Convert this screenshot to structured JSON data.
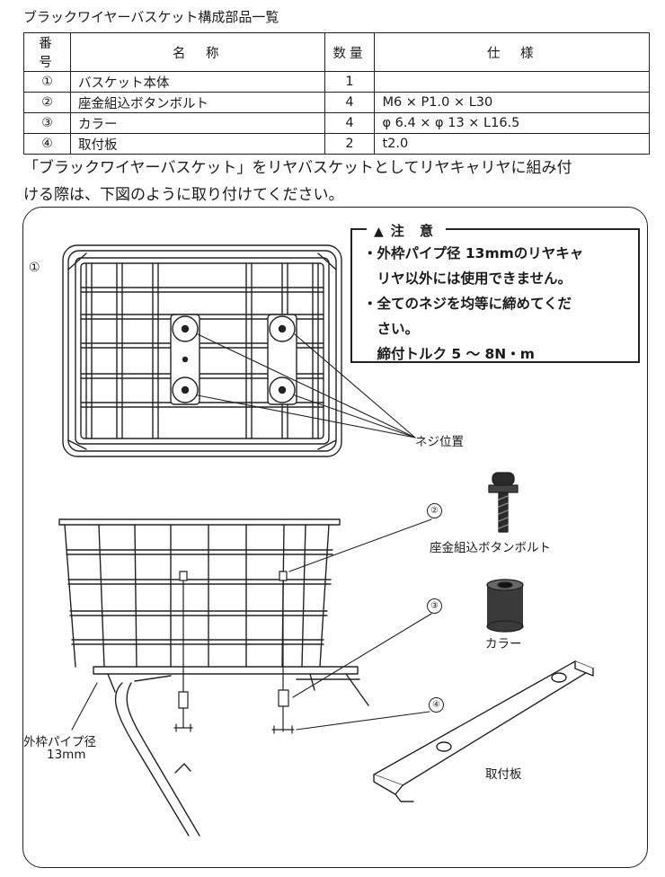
{
  "title": "ブラックワイヤーバスケット構成部品一覧",
  "table": {
    "headers": [
      "番号",
      "名　称",
      "数量",
      "仕　様"
    ],
    "rows": [
      {
        "no": "①",
        "name": "バスケット本体",
        "qty": "1",
        "spec": ""
      },
      {
        "no": "②",
        "name": "座金組込ボタンボルト",
        "qty": "4",
        "spec": "M6 × P1.0 × L30"
      },
      {
        "no": "③",
        "name": "カラー",
        "qty": "4",
        "spec": "φ 6.4 × φ 13 × L16.5"
      },
      {
        "no": "④",
        "name": "取付板",
        "qty": "2",
        "spec": "t2.0"
      }
    ]
  },
  "intro": {
    "line1": "「ブラックワイヤーバスケット」をリヤバスケットとしてリヤキャリヤに組み付",
    "line2": "ける際は、下図のように取り付けてください。"
  },
  "caution": {
    "heading": "注 意",
    "lines": [
      "・外枠パイプ径 13mmのリヤキャ",
      "　リヤ以外には使用できません。",
      "・全てのネジを均等に締めてくだ",
      "　さい。",
      "　締付トルク 5 ～ 8N・m"
    ]
  },
  "figure": {
    "marker1": "①",
    "marker2": "②",
    "marker3": "③",
    "marker4": "④",
    "screw_position": "ネジ位置",
    "bolt_label": "座金組込ボタンボルト",
    "collar_label": "カラー",
    "plate_label": "取付板",
    "pipe_label_1": "外枠パイプ径",
    "pipe_label_2": "13mm"
  },
  "colors": {
    "line": "#222222",
    "collar": "#3a3a3a",
    "bolt": "#2a2a2a"
  }
}
